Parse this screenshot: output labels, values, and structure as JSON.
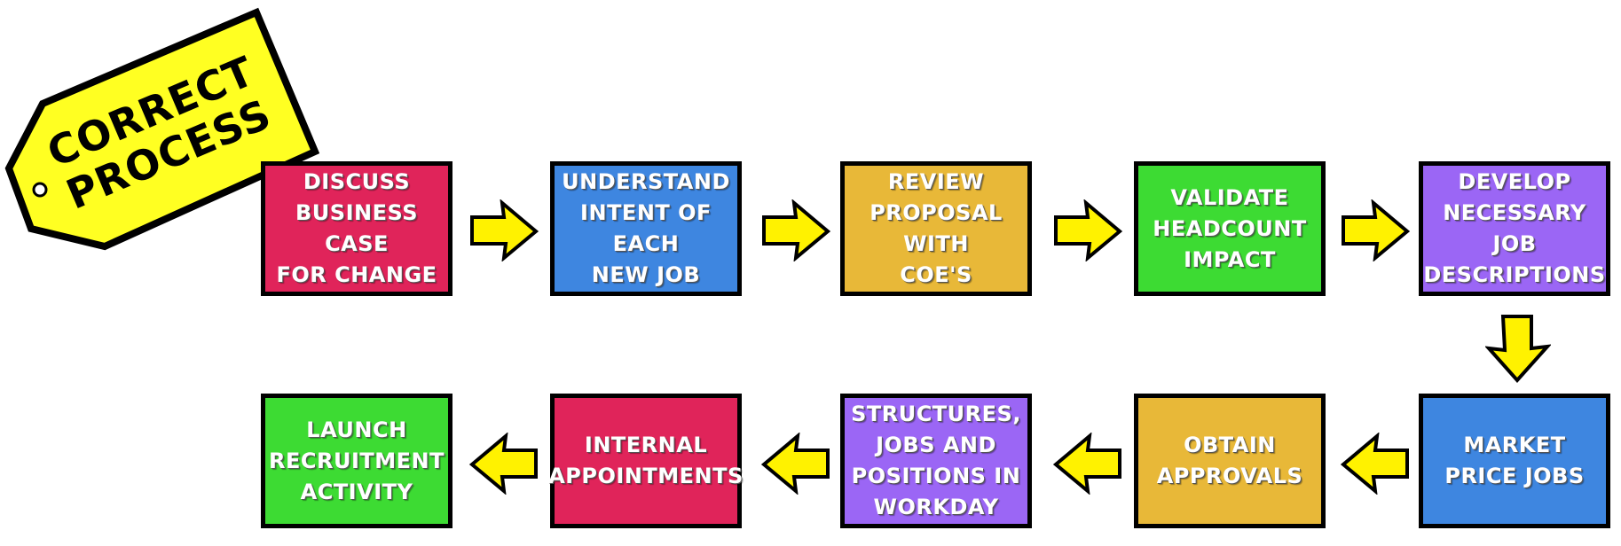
{
  "tag": {
    "line1": "CORRECT",
    "line2": "PROCESS",
    "color": "#FFFF22"
  },
  "colors": {
    "pink": "#E0245A",
    "blue": "#3E86E0",
    "gold": "#E8B838",
    "green": "#3DDB33",
    "purple": "#9B66F5",
    "arrow": "#FFF200"
  },
  "steps": [
    {
      "label": "DISCUSS\nBUSINESS CASE\nFOR CHANGE",
      "color": "pink"
    },
    {
      "label": "UNDERSTAND\nINTENT OF EACH\nNEW JOB",
      "color": "blue"
    },
    {
      "label": "REVIEW\nPROPOSAL WITH\nCOE'S",
      "color": "gold"
    },
    {
      "label": "VALIDATE\nHEADCOUNT\nIMPACT",
      "color": "green"
    },
    {
      "label": "DEVELOP\nNECESSARY\nJOB\nDESCRIPTIONS",
      "color": "purple"
    },
    {
      "label": "MARKET\nPRICE JOBS",
      "color": "blue"
    },
    {
      "label": "OBTAIN\nAPPROVALS",
      "color": "gold"
    },
    {
      "label": "STRUCTURES,\nJOBS AND\nPOSITIONS IN\nWORKDAY",
      "color": "purple"
    },
    {
      "label": "INTERNAL\nAPPOINTMENTS",
      "color": "pink"
    },
    {
      "label": "LAUNCH\nRECRUITMENT\nACTIVITY",
      "color": "green"
    }
  ]
}
